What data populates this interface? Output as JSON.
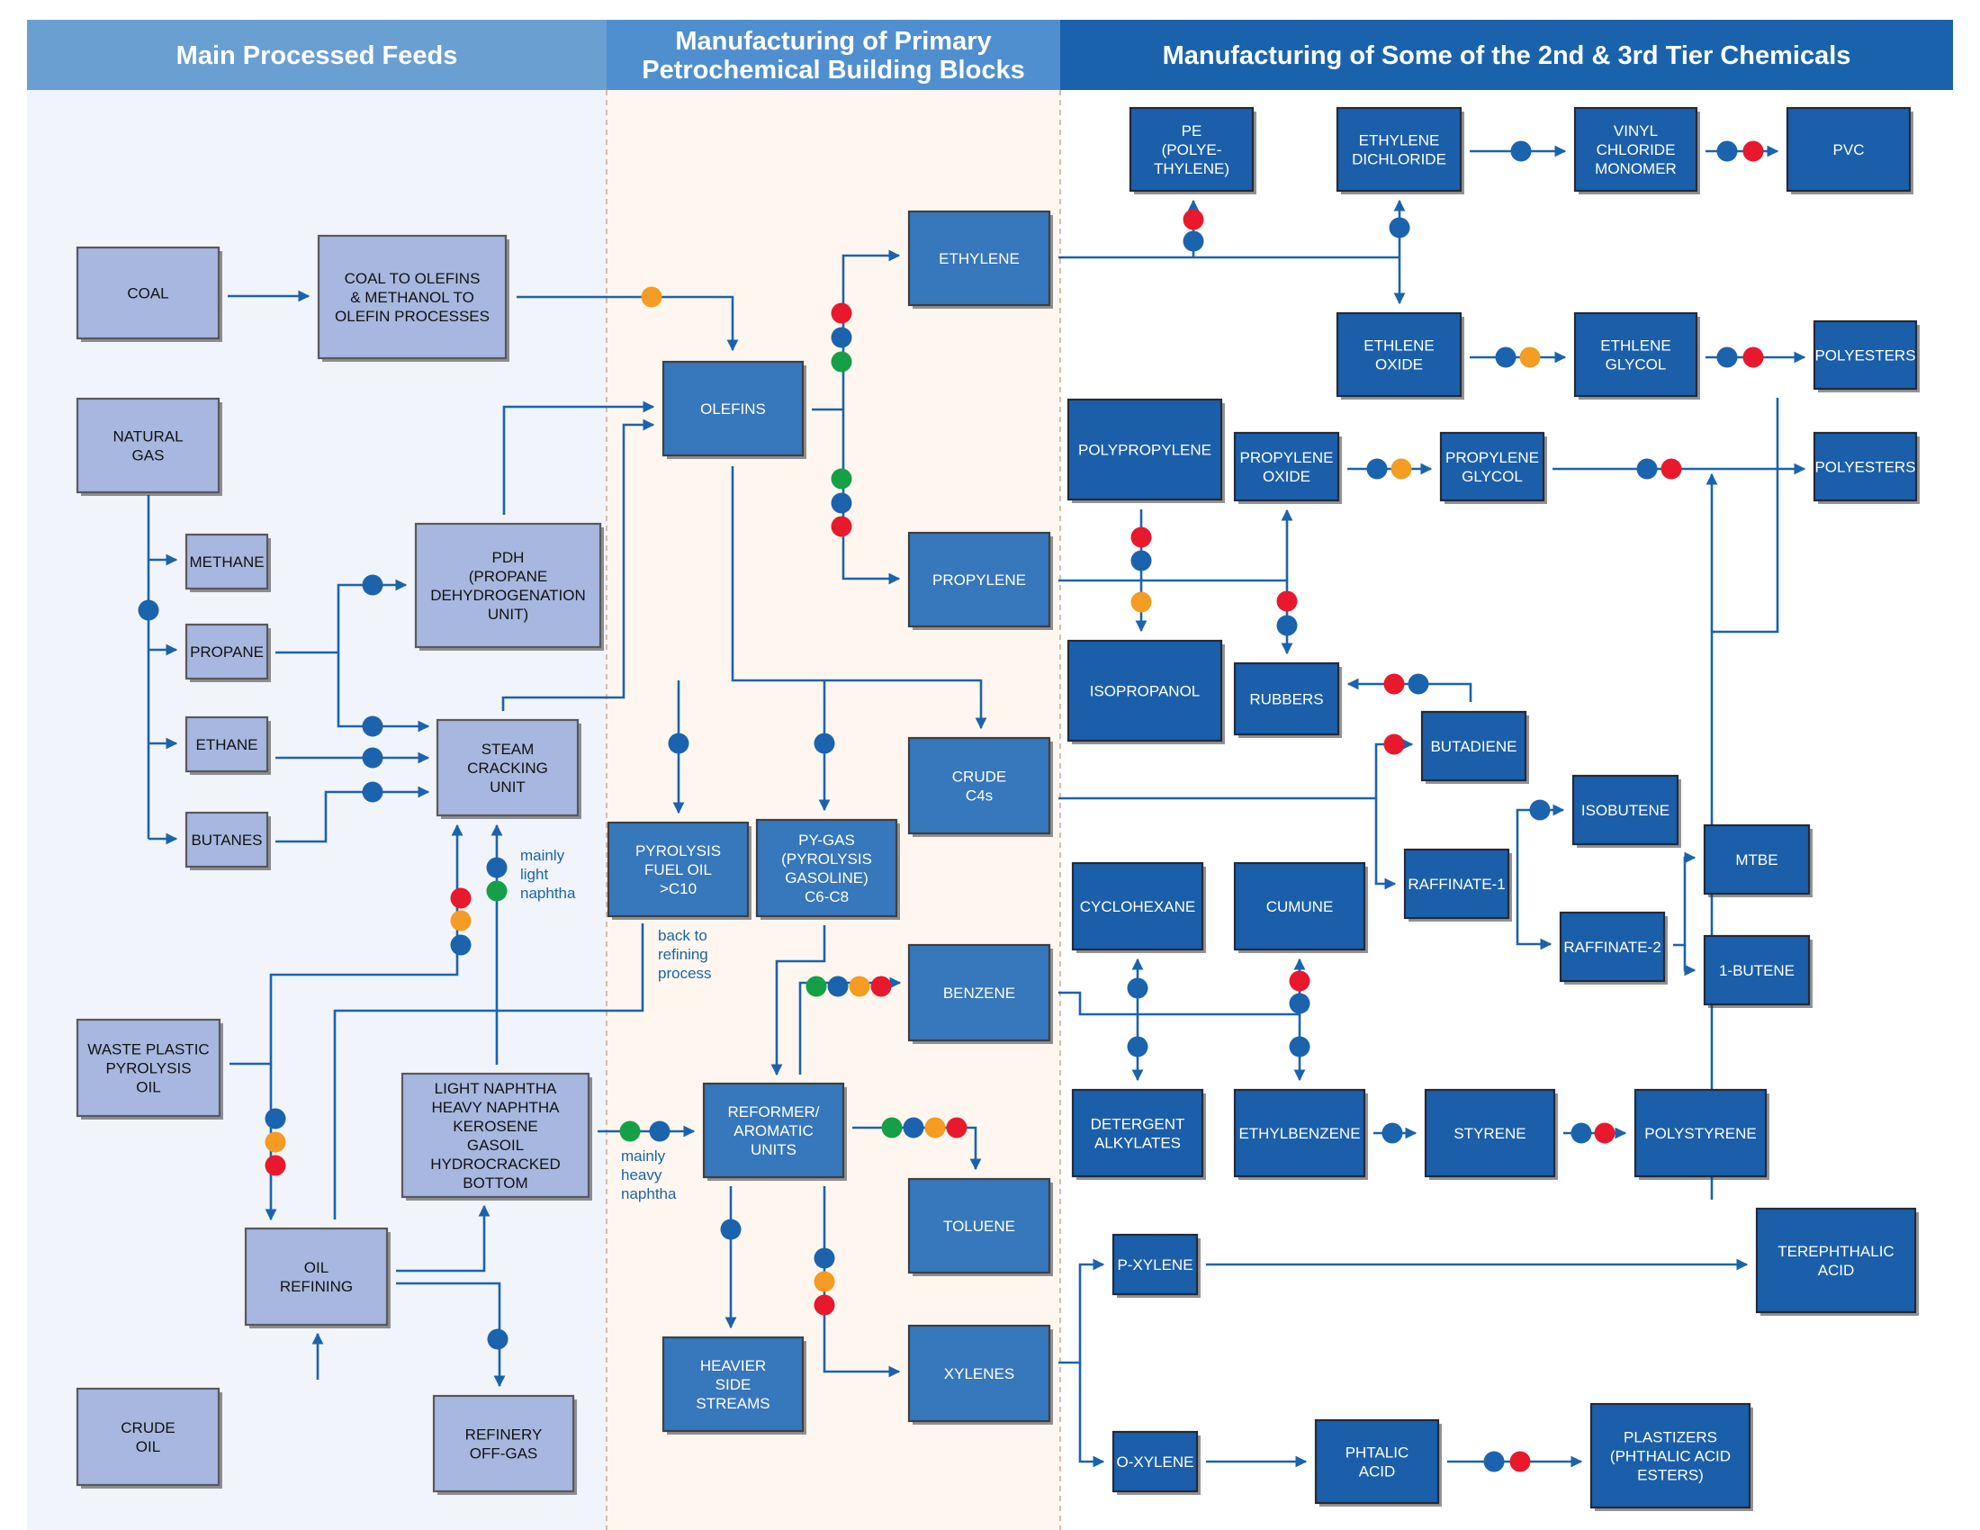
{
  "colors": {
    "feed_node_fill": "#a7b7df",
    "feed_node_border": "#59585c",
    "primary_node_fill": "#3777bb",
    "primary_node_border": "#3d3f44",
    "tier_node_fill": "#1b5fab",
    "tier_node_border": "#222a38",
    "arrow": "#1b63ad",
    "dot_blue": "#1b63ad",
    "dot_red": "#e8192c",
    "dot_orange": "#f49c23",
    "dot_green": "#15a047",
    "header_left": "#6a9fd2",
    "header_mid": "#4f8fcf",
    "header_right": "#1a63ac"
  },
  "headers": [
    {
      "id": "feeds",
      "lines": [
        "Main Processed Feeds"
      ]
    },
    {
      "id": "primary",
      "lines": [
        "Manufacturing of Primary",
        "Petrochemical Building Blocks"
      ]
    },
    {
      "id": "tier",
      "lines": [
        "Manufacturing of Some of the 2nd & 3rd Tier Chemicals"
      ]
    }
  ],
  "nodes": [
    {
      "id": "coal",
      "kind": "feed",
      "lines": [
        "COAL"
      ]
    },
    {
      "id": "coal-to-olefins",
      "kind": "feed",
      "lines": [
        "COAL TO OLEFINS",
        "& METHANOL TO",
        "OLEFIN PROCESSES"
      ]
    },
    {
      "id": "natural-gas",
      "kind": "feed",
      "lines": [
        "NATURAL",
        "GAS"
      ]
    },
    {
      "id": "methane",
      "kind": "feed",
      "lines": [
        "METHANE"
      ]
    },
    {
      "id": "propane",
      "kind": "feed",
      "lines": [
        "PROPANE"
      ]
    },
    {
      "id": "ethane",
      "kind": "feed",
      "lines": [
        "ETHANE"
      ]
    },
    {
      "id": "butanes",
      "kind": "feed",
      "lines": [
        "BUTANES"
      ]
    },
    {
      "id": "pdh",
      "kind": "feed",
      "lines": [
        "PDH",
        "(PROPANE",
        "DEHYDROGENATION",
        "UNIT)"
      ]
    },
    {
      "id": "steam-cracking",
      "kind": "feed",
      "lines": [
        "STEAM",
        "CRACKING",
        "UNIT"
      ]
    },
    {
      "id": "waste-plastic",
      "kind": "feed",
      "lines": [
        "WASTE PLASTIC",
        "PYROLYSIS",
        "OIL"
      ]
    },
    {
      "id": "light-naphtha-heavy",
      "kind": "feed",
      "lines": [
        "LIGHT NAPHTHA",
        "HEAVY NAPHTHA",
        "KEROSENE",
        "GASOIL",
        "HYDROCRACKED",
        "BOTTOM"
      ]
    },
    {
      "id": "oil-refining",
      "kind": "feed",
      "lines": [
        "OIL",
        "REFINING"
      ]
    },
    {
      "id": "crude-oil",
      "kind": "feed",
      "lines": [
        "CRUDE",
        "OIL"
      ]
    },
    {
      "id": "refinery-off-gas",
      "kind": "feed",
      "lines": [
        "REFINERY",
        "OFF-GAS"
      ]
    },
    {
      "id": "olefins",
      "kind": "primary",
      "lines": [
        "OLEFINS"
      ]
    },
    {
      "id": "ethylene",
      "kind": "primary",
      "lines": [
        "ETHYLENE"
      ]
    },
    {
      "id": "propylene",
      "kind": "primary",
      "lines": [
        "PROPYLENE"
      ]
    },
    {
      "id": "crude-c4s",
      "kind": "primary",
      "lines": [
        "CRUDE",
        "C4s"
      ]
    },
    {
      "id": "pyrolysis-fuel-oil",
      "kind": "primary",
      "lines": [
        "PYROLYSIS",
        "FUEL OIL",
        ">C10"
      ]
    },
    {
      "id": "py-gas",
      "kind": "primary",
      "lines": [
        "PY-GAS",
        "(PYROLYSIS",
        "GASOLINE)",
        "C6-C8"
      ]
    },
    {
      "id": "benzene",
      "kind": "primary",
      "lines": [
        "BENZENE"
      ]
    },
    {
      "id": "reformer",
      "kind": "primary",
      "lines": [
        "REFORMER/",
        "AROMATIC",
        "UNITS"
      ]
    },
    {
      "id": "toluene",
      "kind": "primary",
      "lines": [
        "TOLUENE"
      ]
    },
    {
      "id": "heavier-side-streams",
      "kind": "primary",
      "lines": [
        "HEAVIER",
        "SIDE",
        "STREAMS"
      ]
    },
    {
      "id": "xylenes",
      "kind": "primary",
      "lines": [
        "XYLENES"
      ]
    },
    {
      "id": "pe",
      "kind": "tier",
      "lines": [
        "PE",
        "(POLYE-",
        "THYLENE)"
      ]
    },
    {
      "id": "ethylene-dichloride",
      "kind": "tier",
      "lines": [
        "ETHYLENE",
        "DICHLORIDE"
      ]
    },
    {
      "id": "vcm",
      "kind": "tier",
      "lines": [
        "VINYL",
        "CHLORIDE",
        "MONOMER"
      ]
    },
    {
      "id": "pvc",
      "kind": "tier",
      "lines": [
        "PVC"
      ]
    },
    {
      "id": "ethlene-oxide",
      "kind": "tier",
      "lines": [
        "ETHLENE",
        "OXIDE"
      ]
    },
    {
      "id": "ethlene-glycol",
      "kind": "tier",
      "lines": [
        "ETHLENE",
        "GLYCOL"
      ]
    },
    {
      "id": "polyesters-1",
      "kind": "tier",
      "lines": [
        "POLYESTERS"
      ]
    },
    {
      "id": "polypropylene",
      "kind": "tier",
      "lines": [
        "POLYPROPYLENE"
      ]
    },
    {
      "id": "propylene-oxide",
      "kind": "tier",
      "lines": [
        "PROPYLENE",
        "OXIDE"
      ]
    },
    {
      "id": "propylene-glycol",
      "kind": "tier",
      "lines": [
        "PROPYLENE",
        "GLYCOL"
      ]
    },
    {
      "id": "polyesters-2",
      "kind": "tier",
      "lines": [
        "POLYESTERS"
      ]
    },
    {
      "id": "isopropanol",
      "kind": "tier",
      "lines": [
        "ISOPROPANOL"
      ]
    },
    {
      "id": "rubbers",
      "kind": "tier",
      "lines": [
        "RUBBERS"
      ]
    },
    {
      "id": "butadiene",
      "kind": "tier",
      "lines": [
        "BUTADIENE"
      ]
    },
    {
      "id": "isobutene",
      "kind": "tier",
      "lines": [
        "ISOBUTENE"
      ]
    },
    {
      "id": "raffinate-1",
      "kind": "tier",
      "lines": [
        "RAFFINATE-1"
      ]
    },
    {
      "id": "mtbe",
      "kind": "tier",
      "lines": [
        "MTBE"
      ]
    },
    {
      "id": "raffinate-2",
      "kind": "tier",
      "lines": [
        "RAFFINATE-2"
      ]
    },
    {
      "id": "1-butene",
      "kind": "tier",
      "lines": [
        "1-BUTENE"
      ]
    },
    {
      "id": "cyclohexane",
      "kind": "tier",
      "lines": [
        "CYCLOHEXANE"
      ]
    },
    {
      "id": "cumune",
      "kind": "tier",
      "lines": [
        "CUMUNE"
      ]
    },
    {
      "id": "detergent-alkylates",
      "kind": "tier",
      "lines": [
        "DETERGENT",
        "ALKYLATES"
      ]
    },
    {
      "id": "ethylbenzene",
      "kind": "tier",
      "lines": [
        "ETHYLBENZENE"
      ]
    },
    {
      "id": "styrene",
      "kind": "tier",
      "lines": [
        "STYRENE"
      ]
    },
    {
      "id": "polystyrene",
      "kind": "tier",
      "lines": [
        "POLYSTYRENE"
      ]
    },
    {
      "id": "p-xylene",
      "kind": "tier",
      "lines": [
        "P-XYLENE"
      ]
    },
    {
      "id": "terephthalic-acid",
      "kind": "tier",
      "lines": [
        "TEREPHTHALIC",
        "ACID"
      ]
    },
    {
      "id": "o-xylene",
      "kind": "tier",
      "lines": [
        "O-XYLENE"
      ]
    },
    {
      "id": "phtalic-acid",
      "kind": "tier",
      "lines": [
        "PHTALIC",
        "ACID"
      ]
    },
    {
      "id": "plastizers",
      "kind": "tier",
      "lines": [
        "PLASTIZERS",
        "(PHTHALIC ACID",
        "ESTERS)"
      ]
    }
  ],
  "notes": [
    {
      "id": "mainly-light-naphtha",
      "lines": [
        "mainly",
        "light",
        "naphtha"
      ]
    },
    {
      "id": "back-to-refining",
      "lines": [
        "back to",
        "refining",
        "process"
      ]
    },
    {
      "id": "mainly-heavy-naphtha",
      "lines": [
        "mainly",
        "heavy",
        "naphtha"
      ]
    }
  ]
}
